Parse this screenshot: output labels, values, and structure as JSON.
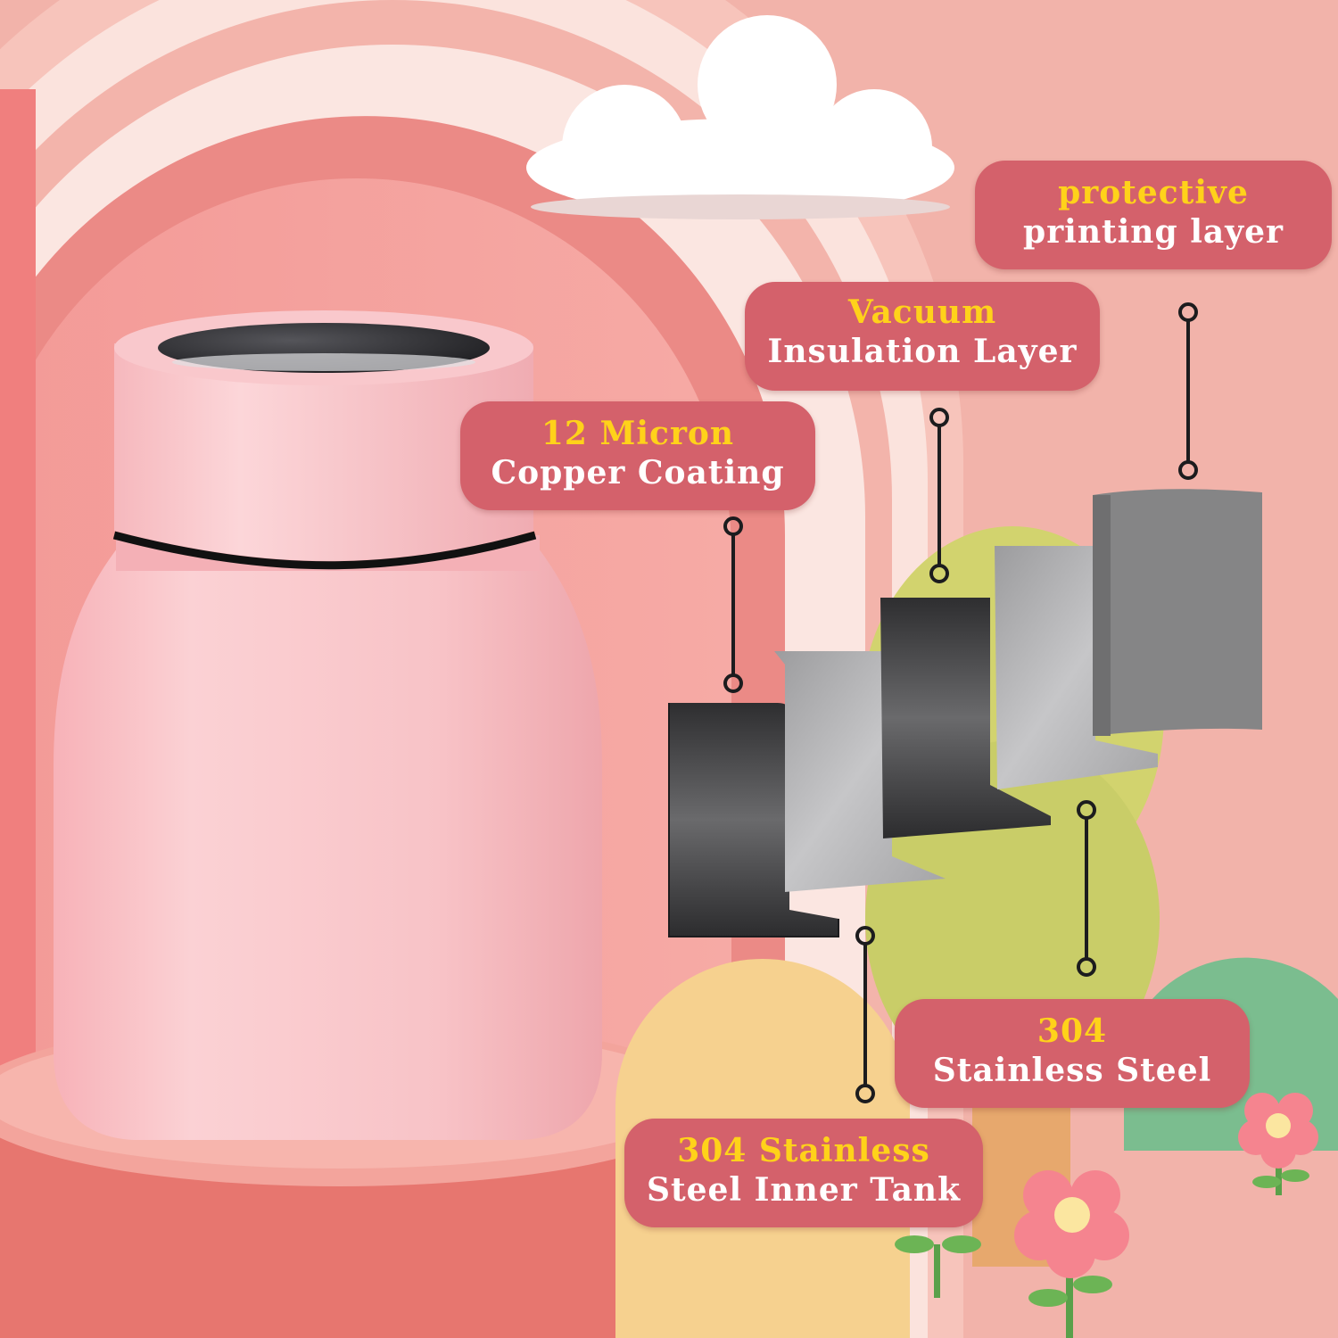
{
  "labels": {
    "protective": {
      "highlight": "protective",
      "text": "printing layer"
    },
    "vacuum": {
      "highlight": "Vacuum",
      "text": "Insulation Layer"
    },
    "copper": {
      "highlight": "12 Micron",
      "text": "Copper Coating"
    },
    "stainless": {
      "highlight": "304",
      "text": "Stainless Steel"
    },
    "inner_tank": {
      "highlight": "304 Stainless",
      "text": "Steel Inner Tank"
    }
  },
  "colors": {
    "label_bg": "#d4616b",
    "highlight_text": "#ffd21a",
    "label_text": "#ffffff",
    "background": "#f2b3aa",
    "bottle": "#f8c2c6",
    "lid_cap": "#2b2b2e"
  }
}
